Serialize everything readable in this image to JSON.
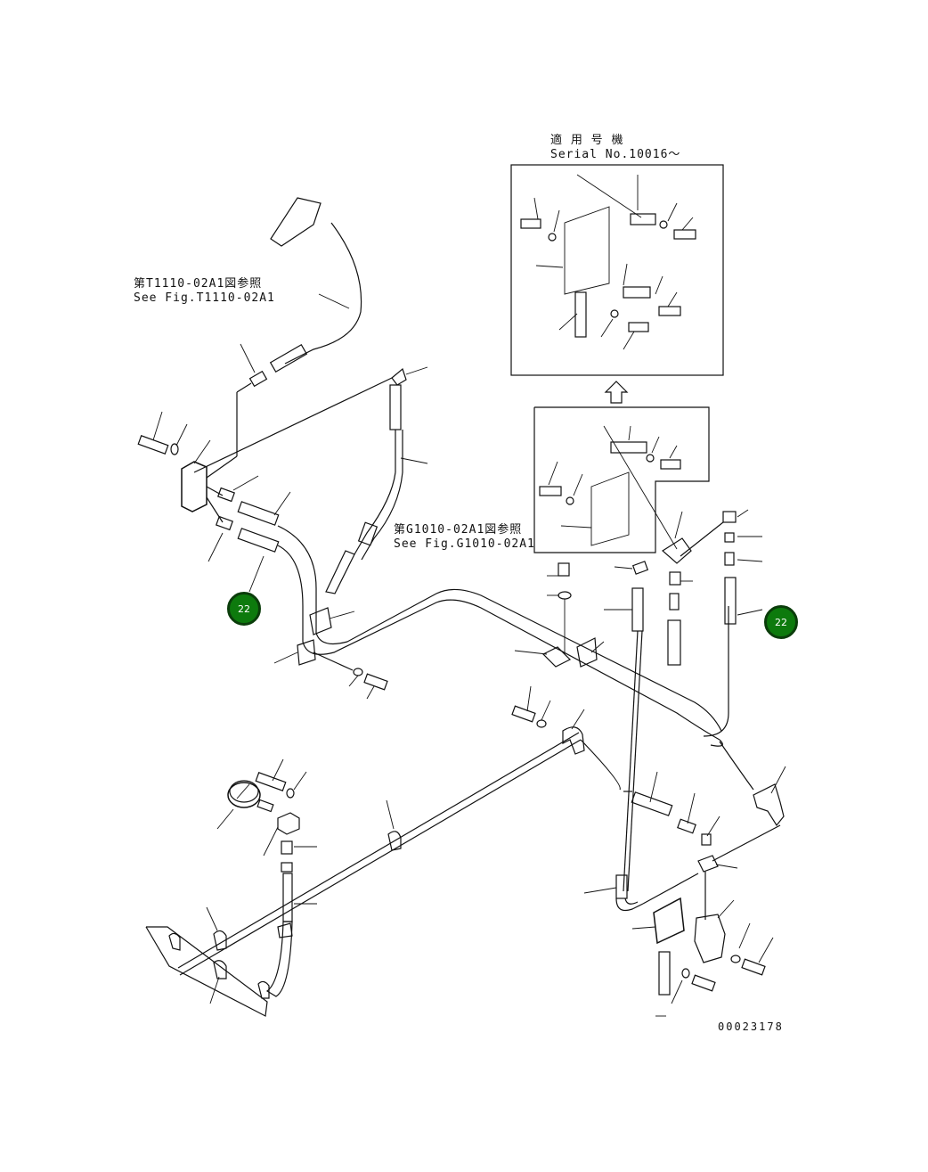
{
  "colors": {
    "callout_fill": "#0d7a0d",
    "callout_border": "#0b3d0b",
    "line": "#111111",
    "background": "#ffffff"
  },
  "labels": {
    "serial_jp": "適 用 号 機",
    "serial_en": "Serial No.10016～",
    "ref1_jp": "第T1110-02A1図参照",
    "ref1_en": "See Fig.T1110-02A1",
    "ref2_jp": "第G1010-02A1図参照",
    "ref2_en": "See Fig.G1010-02A1",
    "drawing_number": "00023178"
  },
  "callouts": [
    {
      "id": "left",
      "text": "22"
    },
    {
      "id": "right",
      "text": "22"
    }
  ]
}
